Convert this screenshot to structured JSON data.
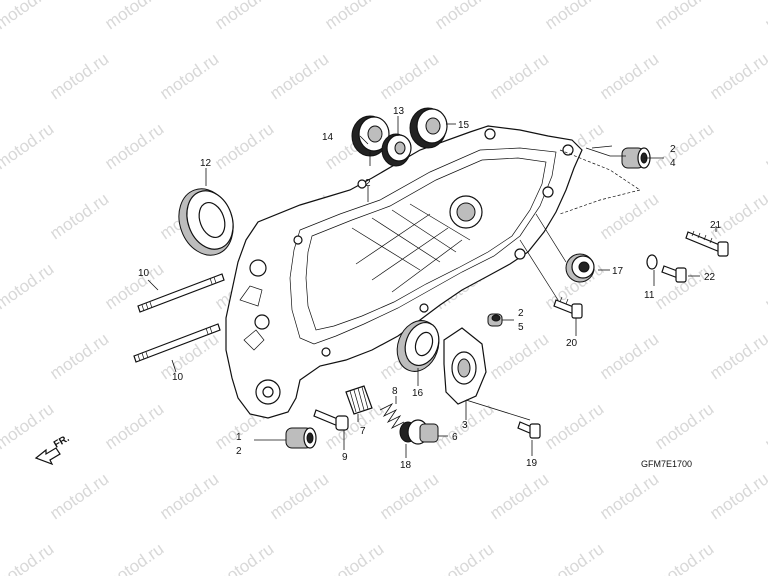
{
  "watermark": "motod.ru",
  "figure_code": "GFM7E1700",
  "direction_label": "FR.",
  "callouts": [
    {
      "id": "c1",
      "label": "1"
    },
    {
      "id": "c2a",
      "label": "2"
    },
    {
      "id": "c2b",
      "label": "2"
    },
    {
      "id": "c2c",
      "label": "2"
    },
    {
      "id": "c2d",
      "label": "2"
    },
    {
      "id": "c3",
      "label": "3"
    },
    {
      "id": "c4",
      "label": "4"
    },
    {
      "id": "c5",
      "label": "5"
    },
    {
      "id": "c6",
      "label": "6"
    },
    {
      "id": "c7",
      "label": "7"
    },
    {
      "id": "c8",
      "label": "8"
    },
    {
      "id": "c9",
      "label": "9"
    },
    {
      "id": "c10a",
      "label": "10"
    },
    {
      "id": "c10b",
      "label": "10"
    },
    {
      "id": "c11",
      "label": "11"
    },
    {
      "id": "c12",
      "label": "12"
    },
    {
      "id": "c13",
      "label": "13"
    },
    {
      "id": "c14",
      "label": "14"
    },
    {
      "id": "c15",
      "label": "15"
    },
    {
      "id": "c16",
      "label": "16"
    },
    {
      "id": "c17",
      "label": "17"
    },
    {
      "id": "c18",
      "label": "18"
    },
    {
      "id": "c19",
      "label": "19"
    },
    {
      "id": "c20",
      "label": "20"
    },
    {
      "id": "c21",
      "label": "21"
    },
    {
      "id": "c22",
      "label": "22"
    }
  ]
}
